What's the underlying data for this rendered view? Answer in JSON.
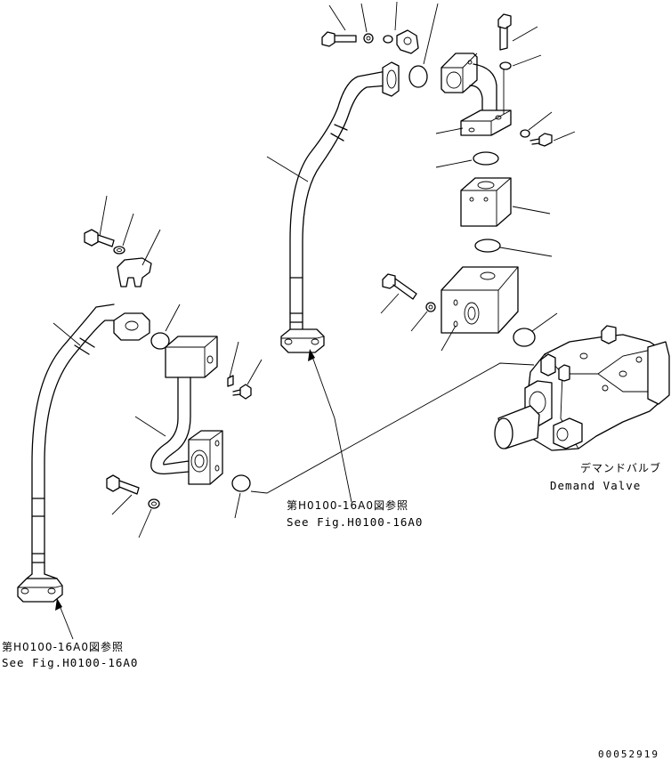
{
  "labels": {
    "demand_valve_jp": "デマンドバルブ",
    "demand_valve_en": "Demand Valve",
    "ref_center_jp": "第H0100-16A0図参照",
    "ref_center_en": "See Fig.H0100-16A0",
    "ref_left_jp": "第H0100-16A0図参照",
    "ref_left_en": "See Fig.H0100-16A0",
    "drawing_code": "00052919"
  }
}
